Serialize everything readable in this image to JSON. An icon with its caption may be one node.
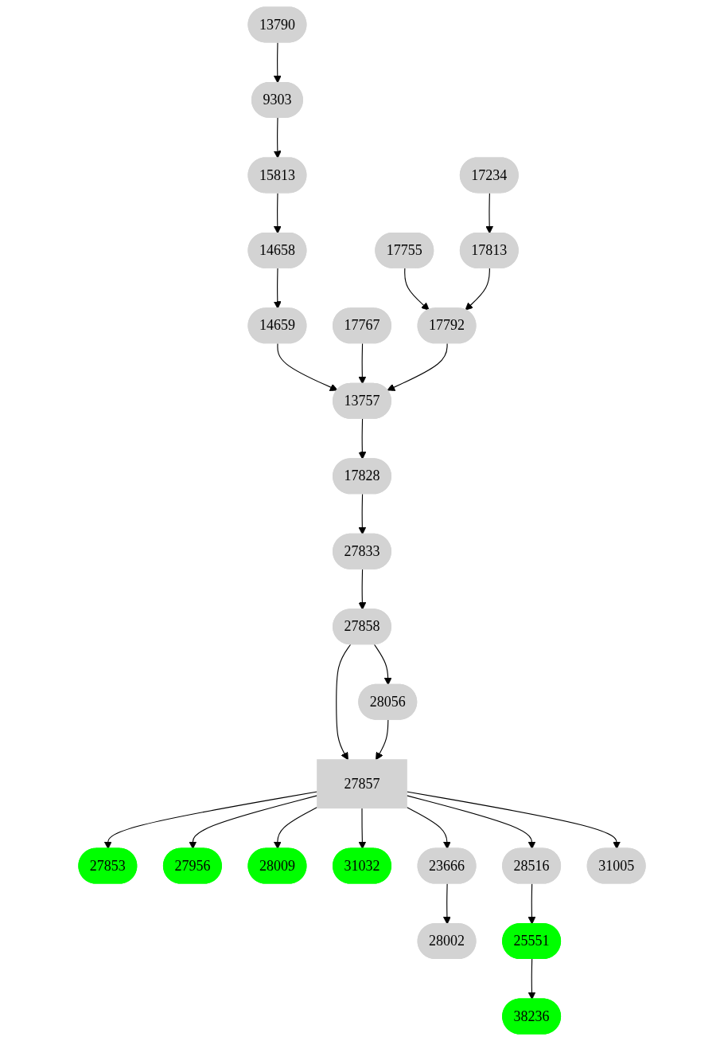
{
  "diagram": {
    "nodes": [
      {
        "text": [
          "13790"
        ]
      },
      {
        "text": [
          "9303"
        ]
      },
      {
        "text": [
          "15813"
        ]
      },
      {
        "text": [
          "17234"
        ]
      },
      {
        "text": [
          "14658"
        ]
      },
      {
        "text": [
          "17755"
        ]
      },
      {
        "text": [
          "17813"
        ]
      },
      {
        "text": [
          "14659"
        ]
      },
      {
        "text": [
          "17767"
        ]
      },
      {
        "text": [
          "17792"
        ]
      },
      {
        "text": [
          "13757"
        ]
      },
      {
        "text": [
          "17828"
        ]
      },
      {
        "text": [
          "27833"
        ]
      },
      {
        "text": [
          "27858"
        ]
      },
      {
        "text": [
          "28056"
        ]
      },
      {
        "text": [
          "27857"
        ]
      },
      {
        "text": [
          "27853"
        ]
      },
      {
        "text": [
          "27956"
        ]
      },
      {
        "text": [
          "28009"
        ]
      },
      {
        "text": [
          "31032"
        ]
      },
      {
        "text": [
          "23666"
        ]
      },
      {
        "text": [
          "28516"
        ]
      },
      {
        "text": [
          "31005"
        ]
      },
      {
        "text": [
          "28002"
        ]
      },
      {
        "text": [
          "25551"
        ]
      },
      {
        "text": [
          "38236"
        ]
      }
    ],
    "edges": [
      {
        "from": 0,
        "to": 1,
        "arrow": "to"
      },
      {
        "from": 1,
        "to": 2,
        "arrow": "to"
      },
      {
        "from": 2,
        "to": 4,
        "arrow": "to"
      },
      {
        "from": 4,
        "to": 7,
        "arrow": "to"
      },
      {
        "from": 3,
        "to": 6,
        "arrow": "to"
      },
      {
        "from": 5,
        "to": 9,
        "arrow": "to"
      },
      {
        "from": 6,
        "to": 9,
        "arrow": "to"
      },
      {
        "from": 7,
        "to": 10,
        "arrow": "to"
      },
      {
        "from": 8,
        "to": 10,
        "arrow": "to"
      },
      {
        "from": 9,
        "to": 10,
        "arrow": "to"
      },
      {
        "from": 10,
        "to": 11,
        "arrow": "to"
      },
      {
        "from": 11,
        "to": 12,
        "arrow": "to"
      },
      {
        "from": 12,
        "to": 13,
        "arrow": "to"
      },
      {
        "from": 13,
        "to": 15,
        "arrow": "to"
      },
      {
        "from": 13,
        "to": 14,
        "arrow": "to"
      },
      {
        "from": 14,
        "to": 15,
        "arrow": "to"
      },
      {
        "from": 15,
        "to": 16,
        "arrow": "to"
      },
      {
        "from": 15,
        "to": 17,
        "arrow": "to"
      },
      {
        "from": 15,
        "to": 18,
        "arrow": "to"
      },
      {
        "from": 15,
        "to": 19,
        "arrow": "to"
      },
      {
        "from": 15,
        "to": 20,
        "arrow": "to"
      },
      {
        "from": 15,
        "to": 21,
        "arrow": "to"
      },
      {
        "from": 15,
        "to": 22,
        "arrow": "to"
      },
      {
        "from": 20,
        "to": 23,
        "arrow": "to"
      },
      {
        "from": 21,
        "to": 24,
        "arrow": "to"
      },
      {
        "from": 24,
        "to": 25,
        "arrow": "to"
      }
    ]
  }
}
